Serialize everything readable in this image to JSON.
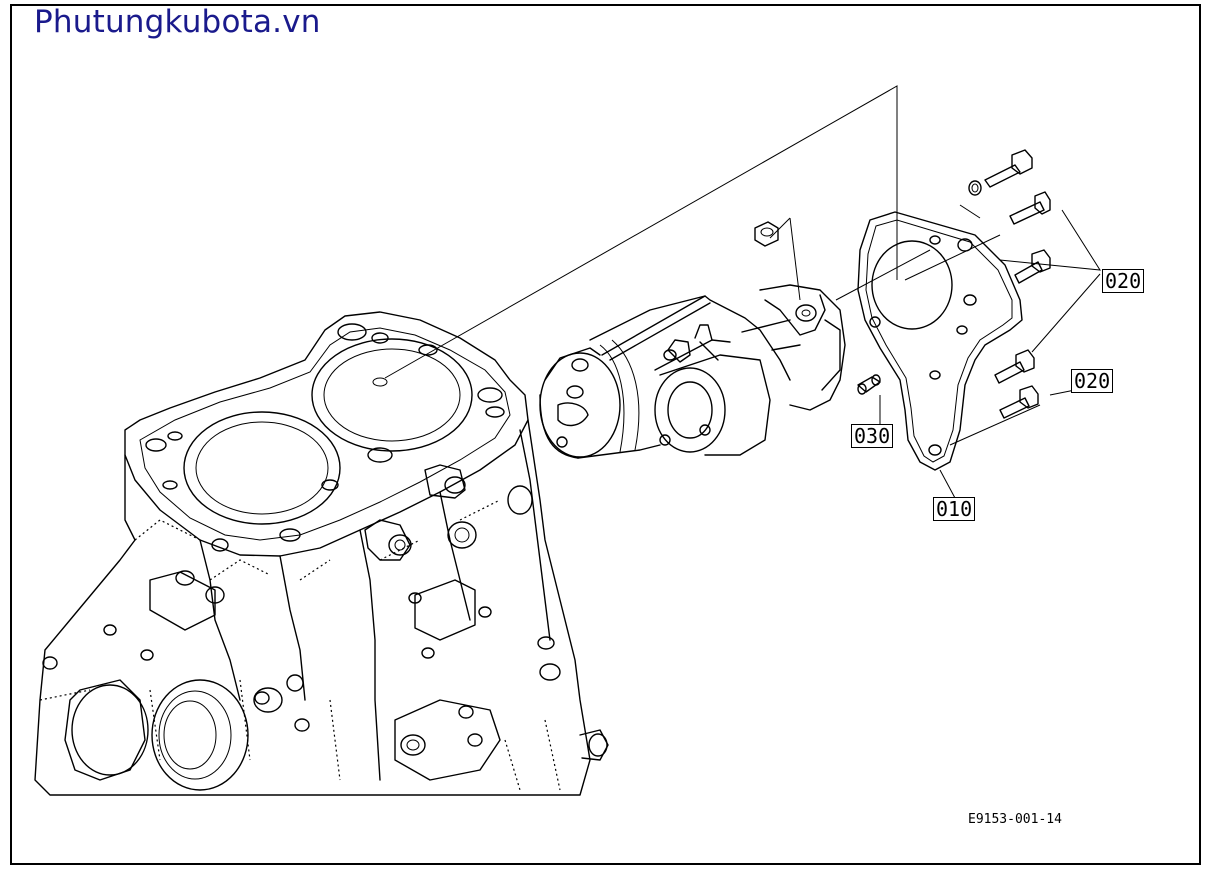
{
  "watermark": "Phutungkubota.vn",
  "callouts": {
    "p010": "010",
    "p020_a": "020",
    "p020_b": "020",
    "p030": "030"
  },
  "drawing_code": "E9153-001-14",
  "colors": {
    "watermark": "#1a1a8c",
    "line": "#000000",
    "background": "#ffffff"
  }
}
